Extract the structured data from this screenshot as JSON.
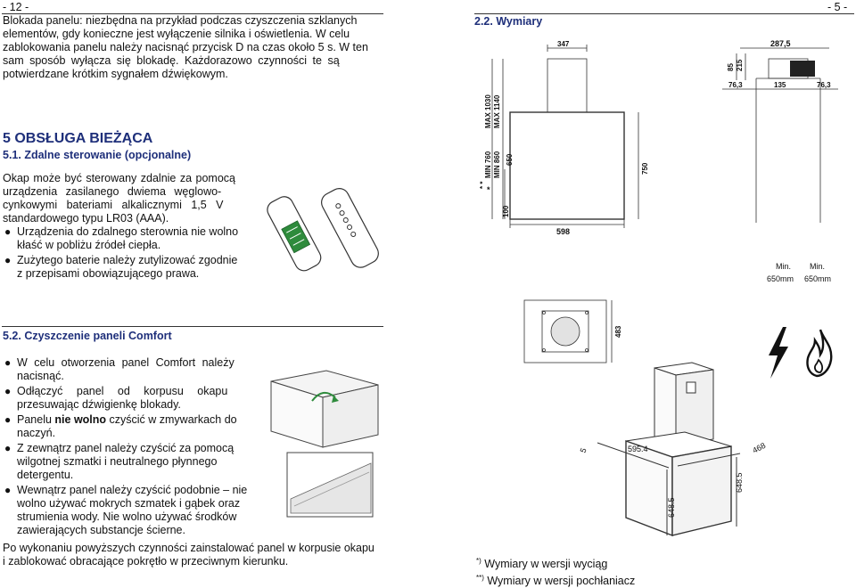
{
  "left_page": {
    "page_number": "- 12 -",
    "intro_lines": [
      "Blokada panelu: niezbędna na przykład podczas czyszczenia szklanych",
      "elementów, gdy konieczne jest wyłączenie silnika i oświetlenia. W celu",
      "zablokowania panelu należy nacisnąć przycisk D na czas około 5 s. W ten",
      "sam sposób wyłącza się blokadę. Każdorazowo czynności te są",
      "potwierdzane krótkim sygnałem dźwiękowym."
    ],
    "section5_title": "5 OBSŁUGA BIEŻĄCA",
    "section51_title": "5.1. Zdalne sterowanie (opcjonalne)",
    "remote_para_lines": [
      "Okap może być sterowany zdalnie za pomocą",
      "urządzenia zasilanego dwiema węglowo-",
      "cynkowymi bateriami alkalicznymi 1,5 V",
      "standardowego typu LR03 (AAA)."
    ],
    "remote_bullets": [
      [
        "Urządzenia do zdalnego sterownia nie wolno",
        "kłaść w pobliżu źródeł ciepła."
      ],
      [
        "Zużytego baterie należy zutylizować zgodnie",
        "z przepisami obowiązującego prawa."
      ]
    ],
    "section52_title": "5.2. Czyszczenie paneli Comfort",
    "clean_bullets": [
      {
        "lines": [
          "W celu otworzenia panel Comfort należy",
          "nacisnąć."
        ]
      },
      {
        "lines": [
          "Odłączyć panel od korpusu okapu",
          "przesuwając dźwigienkę blokady."
        ]
      },
      {
        "pre": "Panelu ",
        "bold": "nie wolno",
        "post": " czyścić w zmywarkach do",
        "lines": [
          "naczyń."
        ]
      },
      {
        "lines": [
          "Z zewnątrz panel należy czyścić za pomocą",
          "wilgotnej szmatki i neutralnego płynnego",
          "detergentu."
        ]
      },
      {
        "lines": [
          "Wewnątrz panel należy czyścić podobnie – nie",
          "wolno używać mokrych szmatek i gąbek oraz",
          "strumienia wody. Nie wolno używać środków",
          "zawierających substancje ścierne."
        ]
      }
    ],
    "final_lines": [
      "Po wykonaniu powyższych czynności zainstalować panel w korpusie okapu",
      "i zablokować obracające pokrętło w przeciwnym kierunku."
    ]
  },
  "right_page": {
    "page_number": "- 5 -",
    "section_title": "2.2. Wymiary",
    "dimensions": {
      "top_width": "347",
      "d2875": "287,5",
      "d85": "85",
      "d215": "215",
      "d763a": "76,3",
      "d135": "135",
      "d763b": "76,3",
      "max1": "MAX 1030",
      "max2": "MAX 1140",
      "min1": "MIN 760",
      "min2": "MIN 860",
      "d650": "650",
      "d750": "750",
      "d100": "100",
      "bottom_width": "598",
      "min_gas_label": "Min.",
      "min_gas_val": "650mm",
      "min_el_label": "Min.",
      "min_el_val": "650mm",
      "d483": "483",
      "d5": "5",
      "d5954": "595.4",
      "d468": "468",
      "d6485a": "648.5",
      "d6485b": "648.5",
      "star1": "*",
      "star2": "* *"
    },
    "footnotes": [
      {
        "mark": "*)",
        "text": " Wymiary w wersji wyciąg"
      },
      {
        "mark": "**)",
        "text": " Wymiary w wersji pochłaniacz"
      }
    ]
  },
  "colors": {
    "heading_blue": "#1e2f7a",
    "remote_green": "#2e8b3c"
  }
}
